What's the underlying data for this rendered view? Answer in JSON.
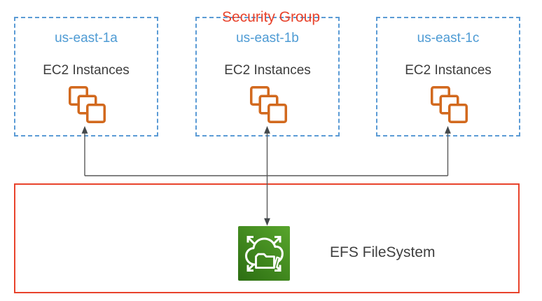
{
  "zones": [
    {
      "name": "us-east-1a",
      "service": "EC2 Instances"
    },
    {
      "name": "us-east-1b",
      "service": "EC2 Instances"
    },
    {
      "name": "us-east-1c",
      "service": "EC2 Instances"
    }
  ],
  "security_group": {
    "label": "Security Group"
  },
  "efs": {
    "label": "EFS FileSystem"
  },
  "icons": {
    "ec2": "ec2-instances-icon",
    "efs": "efs-filesystem-icon",
    "arrows": "connector-arrow"
  },
  "colors": {
    "zone_border": "#5B9BD5",
    "zone_label": "#4E9BD4",
    "body_text": "#3D3D3D",
    "security_group": "#E8432C",
    "ec2_orange": "#D2691E",
    "efs_green_dark": "#2C6E12",
    "efs_green_light": "#58A52C",
    "connector_line": "#595959",
    "connector_arrowhead": "#43484B",
    "background": "#FFFFFF"
  }
}
